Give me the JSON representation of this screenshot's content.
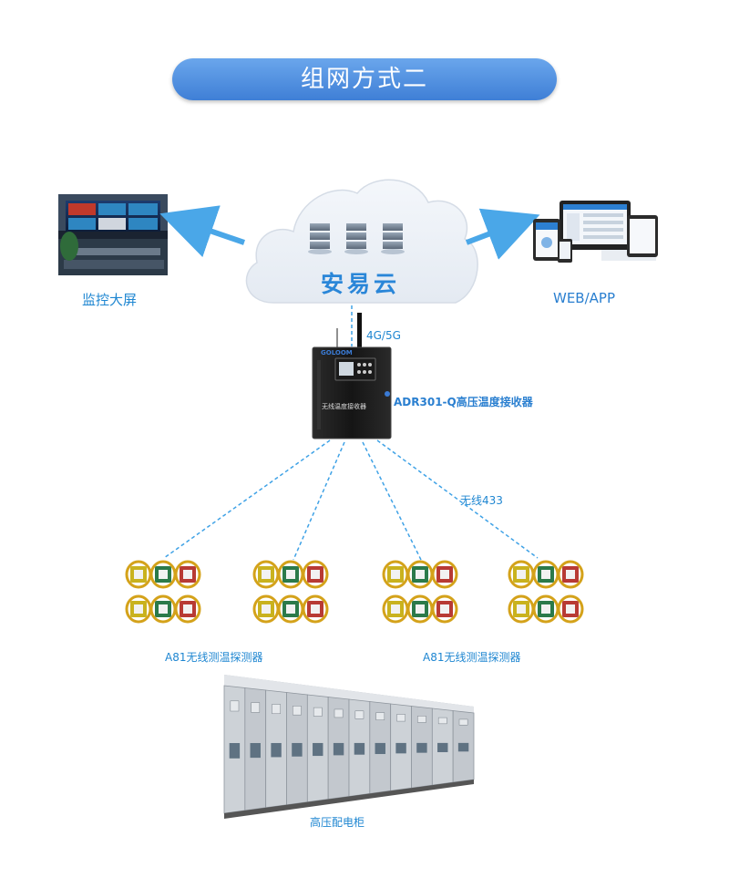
{
  "title": "组网方式二",
  "nodes": {
    "monitor": {
      "label": "监控大屏"
    },
    "cloud": {
      "label": "安易云"
    },
    "web_app": {
      "label": "WEB/APP"
    },
    "receiver": {
      "label": "ADR301-Q高压温度接收器",
      "panel_text": "无线温度接收器",
      "brand": "GOLOOM"
    },
    "uplink": {
      "label": "4G/5G"
    },
    "wireless": {
      "label": "无线433"
    },
    "sensors_left": {
      "label": "A81无线测温探测器"
    },
    "sensors_right": {
      "label": "A81无线测温探测器"
    },
    "switchgear": {
      "label": "高压配电柜"
    }
  },
  "colors": {
    "accent": "#1e86d1",
    "title_bg": "#4f8fe0",
    "dashed_link": "#3fa2e6",
    "arrow": "#4aa7e8",
    "sensor_yellow": "#c9b21e",
    "sensor_green": "#2b7a4a",
    "sensor_red": "#b83a34"
  }
}
